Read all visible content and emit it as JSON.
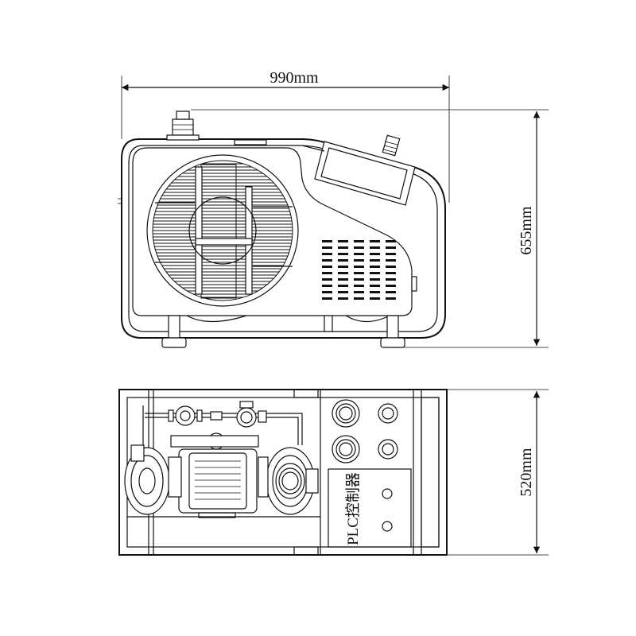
{
  "dimensions": {
    "width_label": "990mm",
    "height_label": "655mm",
    "depth_label": "520mm"
  },
  "panel": {
    "plc_label": "PLC控制器"
  },
  "colors": {
    "line": "#111111",
    "background": "#ffffff"
  }
}
